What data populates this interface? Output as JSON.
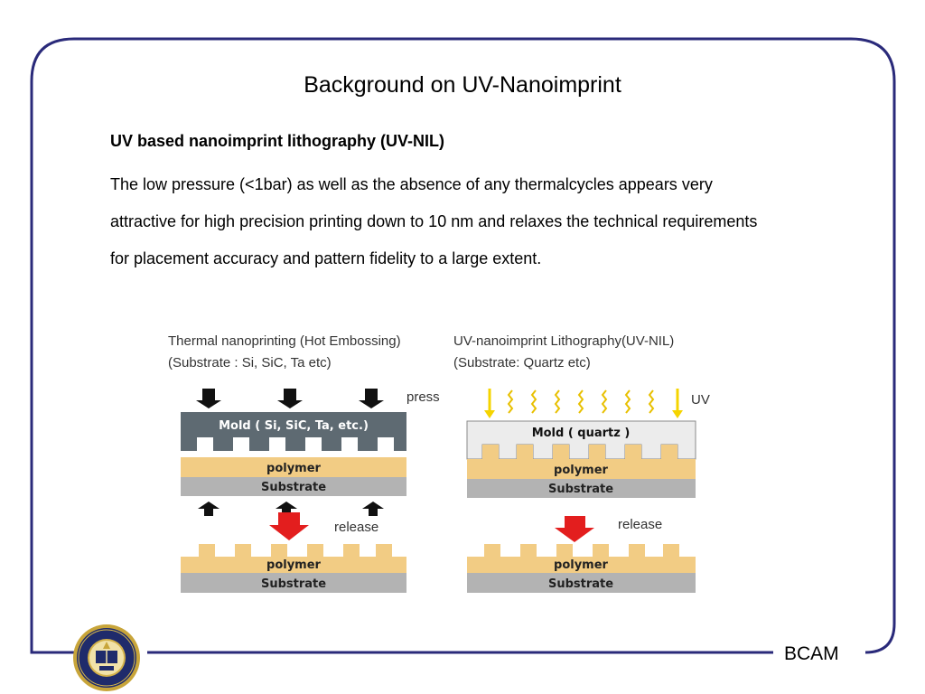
{
  "slide": {
    "title": "Background on UV-Nanoimprint",
    "heading": "UV based nanoimprint lithography (UV-NIL)",
    "paragraph": "The low pressure (<1bar) as well as the absence of any thermalcycles appears very attractive for high precision printing down to 10 nm and relaxes the technical requirements for placement accuracy and pattern fidelity to a large extent.",
    "footer": "BCAM"
  },
  "figure": {
    "left": {
      "caption_line1": "Thermal nanoprinting (Hot Embossing)",
      "caption_line2": "(Substrate : Si, SiC, Ta etc)",
      "mold_label": "Mold ( Si, SiC, Ta, etc.)",
      "press_label": "press",
      "polymer_label": "polymer",
      "substrate_label": "Substrate",
      "release_label": "release",
      "polymer_label_2": "polymer",
      "substrate_label_2": "Substrate"
    },
    "right": {
      "caption_line1": "UV-nanoimprint Lithography(UV-NIL)",
      "caption_line2": "(Substrate: Quartz etc)",
      "mold_label": "Mold ( quartz )",
      "uv_label": "UV",
      "polymer_label": "polymer",
      "substrate_label": "Substrate",
      "release_label": "release",
      "polymer_label_2": "polymer",
      "substrate_label_2": "Substrate"
    }
  },
  "colors": {
    "frame": "#2a2a7a",
    "mold_dark": "#5e6a72",
    "mold_quartz": "#ececec",
    "polymer": "#f2cc84",
    "substrate": "#b3b3b3",
    "release_arrow": "#e31e1e",
    "uv": "#f5d400"
  },
  "icons": [
    "university-seal-icon",
    "press-arrow-icon",
    "uv-ray-icon",
    "release-arrow-icon"
  ]
}
